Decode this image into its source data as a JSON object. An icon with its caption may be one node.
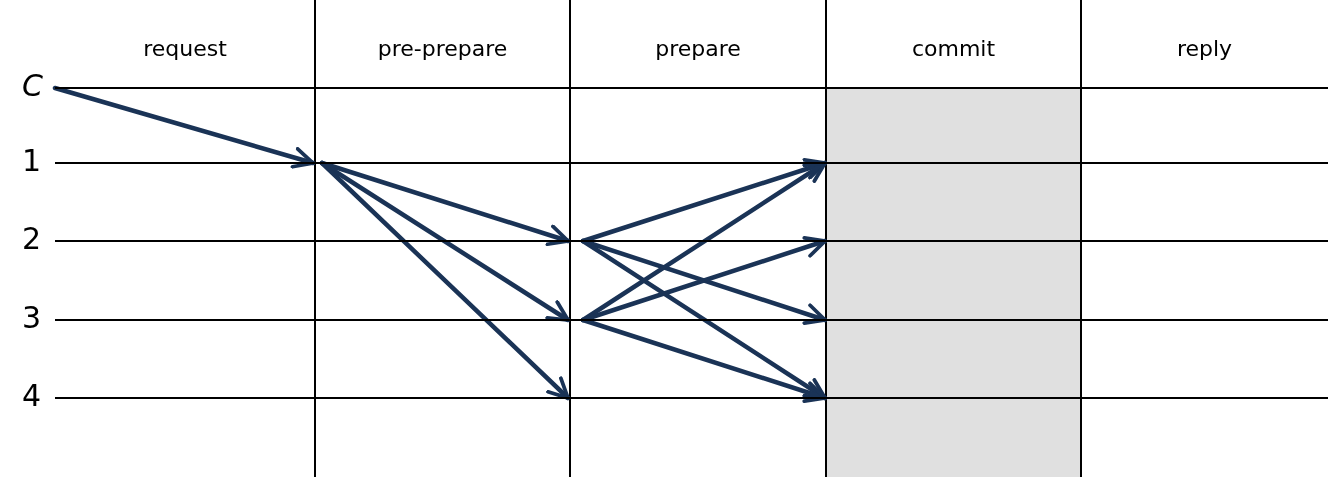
{
  "diagram": {
    "nodes": [
      {
        "text": [
          "C"
        ]
      },
      {
        "text": [
          "1"
        ]
      },
      {
        "text": [
          "2"
        ]
      },
      {
        "text": [
          "3"
        ]
      },
      {
        "text": [
          "4"
        ]
      }
    ],
    "edges": [
      {
        "from": 0,
        "to": 1,
        "arrow": "to"
      },
      {
        "from": 1,
        "to": 2,
        "arrow": "to"
      },
      {
        "from": 1,
        "to": 3,
        "arrow": "to"
      },
      {
        "from": 1,
        "to": 4,
        "arrow": "to"
      },
      {
        "from": 2,
        "to": 1,
        "arrow": "to"
      },
      {
        "from": 2,
        "to": 3,
        "arrow": "to"
      },
      {
        "from": 2,
        "to": 4,
        "arrow": "to"
      },
      {
        "from": 3,
        "to": 1,
        "arrow": "to"
      },
      {
        "from": 3,
        "to": 2,
        "arrow": "to"
      },
      {
        "from": 3,
        "to": 4,
        "arrow": "to"
      }
    ],
    "labels": [
      "request",
      "pre-prepare",
      "prepare",
      "commit",
      "reply"
    ]
  }
}
